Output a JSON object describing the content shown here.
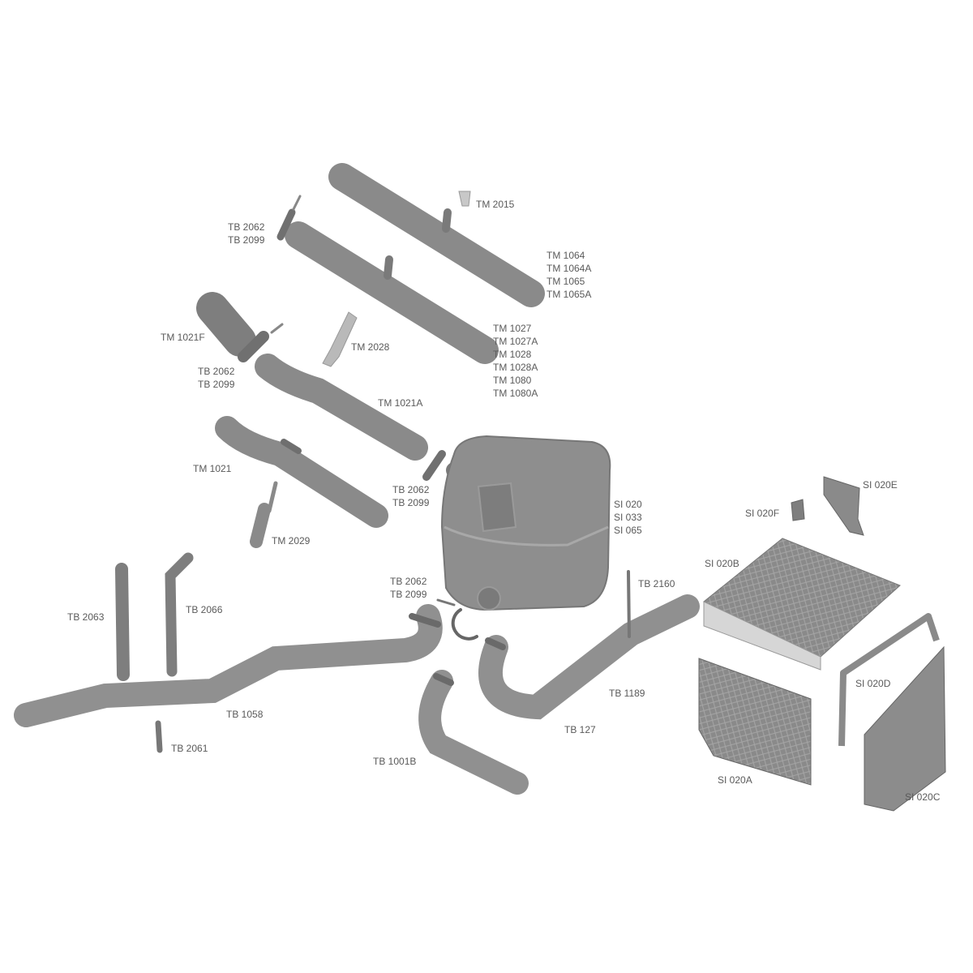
{
  "colors": {
    "part_fill": "#8c8c8c",
    "part_dark": "#6f6f6f",
    "label": "#5a5a5a",
    "background": "#ffffff"
  },
  "labels": {
    "tm2015": [
      "TM 2015"
    ],
    "clamp_top": [
      "TB 2062",
      "TB 2099"
    ],
    "tm1064": [
      "TM 1064",
      "TM 1064A",
      "TM 1065",
      "TM 1065A"
    ],
    "tm1027": [
      "TM 1027",
      "TM 1027A",
      "TM 1028",
      "TM 1028A",
      "TM 1080",
      "TM 1080A"
    ],
    "tm1021f": [
      "TM 1021F"
    ],
    "tm2028": [
      "TM 2028"
    ],
    "clamp_mid": [
      "TB 2062",
      "TB 2099"
    ],
    "tm1021a": [
      "TM 1021A"
    ],
    "tm1021": [
      "TM 1021"
    ],
    "clamp_muffler_in": [
      "TB 2062",
      "TB 2099"
    ],
    "si020": [
      "SI 020",
      "SI 033",
      "SI 065"
    ],
    "tm2029": [
      "TM 2029"
    ],
    "clamp_muffler_out": [
      "TB 2062",
      "TB 2099"
    ],
    "tb2160": [
      "TB 2160"
    ],
    "tb2063": [
      "TB 2063"
    ],
    "tb2066": [
      "TB 2066"
    ],
    "tb1058": [
      "TB 1058"
    ],
    "tb2061": [
      "TB 2061"
    ],
    "tb1001b": [
      "TB 1001B"
    ],
    "tb1189": [
      "TB 1189"
    ],
    "tb127": [
      "TB 127"
    ],
    "si020e": [
      "SI 020E"
    ],
    "si020f": [
      "SI 020F"
    ],
    "si020b": [
      "SI 020B"
    ],
    "si020d": [
      "SI 020D"
    ],
    "si020a": [
      "SI 020A"
    ],
    "si020c": [
      "SI 020C"
    ]
  }
}
